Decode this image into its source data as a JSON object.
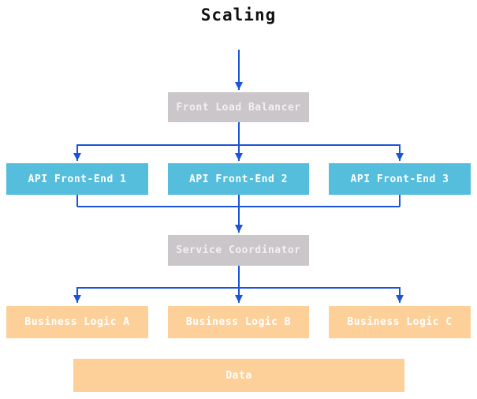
{
  "title": "Scaling",
  "colors": {
    "arrow": "#1a55d9",
    "box-gray": "#cac6ca",
    "box-cyan": "#55bedd",
    "box-peach": "#fdd09a",
    "text-light": "#ffffff",
    "title-text": "#111111"
  },
  "nodes": {
    "front_load_balancer": {
      "label": "Front Load Balancer",
      "color": "#cac6ca"
    },
    "api_front_end_1": {
      "label": "API Front-End 1",
      "color": "#55bedd"
    },
    "api_front_end_2": {
      "label": "API Front-End 2",
      "color": "#55bedd"
    },
    "api_front_end_3": {
      "label": "API Front-End 3",
      "color": "#55bedd"
    },
    "service_coordinator": {
      "label": "Service Coordinator",
      "color": "#cac6ca"
    },
    "business_logic_a": {
      "label": "Business Logic A",
      "color": "#fdd09a"
    },
    "business_logic_b": {
      "label": "Business Logic B",
      "color": "#fdd09a"
    },
    "business_logic_c": {
      "label": "Business Logic C",
      "color": "#fdd09a"
    },
    "data_store": {
      "label": "Data",
      "color": "#fdd09a"
    }
  },
  "edges": [
    {
      "from": "start",
      "to": "Front Load Balancer"
    },
    {
      "from": "Front Load Balancer",
      "to": "API Front-End 1"
    },
    {
      "from": "Front Load Balancer",
      "to": "API Front-End 2"
    },
    {
      "from": "Front Load Balancer",
      "to": "API Front-End 3"
    },
    {
      "from": "API Front-End 1",
      "to": "Service Coordinator"
    },
    {
      "from": "API Front-End 2",
      "to": "Service Coordinator"
    },
    {
      "from": "API Front-End 3",
      "to": "Service Coordinator"
    },
    {
      "from": "Service Coordinator",
      "to": "Business Logic A"
    },
    {
      "from": "Service Coordinator",
      "to": "Business Logic B"
    },
    {
      "from": "Service Coordinator",
      "to": "Business Logic C"
    }
  ]
}
